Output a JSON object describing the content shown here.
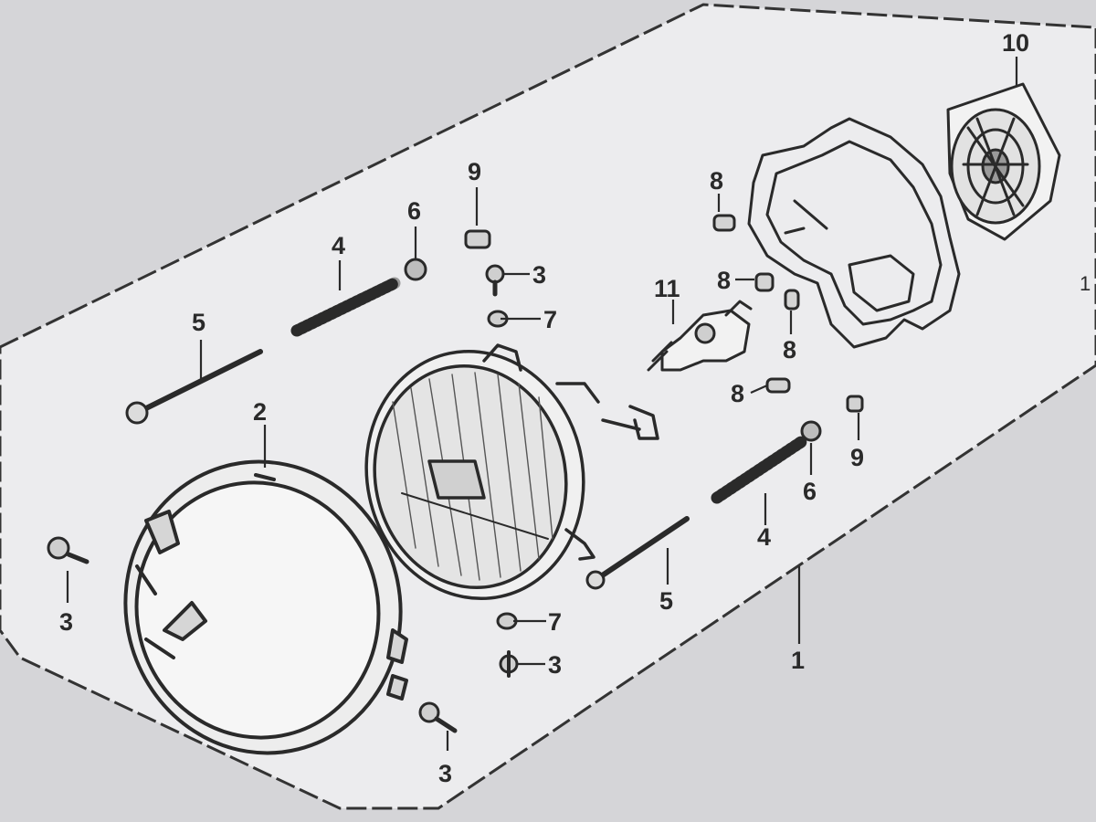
{
  "diagram": {
    "callouts": [
      {
        "id": "c1",
        "text": "1"
      },
      {
        "id": "c2",
        "text": "2"
      },
      {
        "id": "c3a",
        "text": "3"
      },
      {
        "id": "c3b",
        "text": "3"
      },
      {
        "id": "c3c",
        "text": "3"
      },
      {
        "id": "c3d",
        "text": "3"
      },
      {
        "id": "c4a",
        "text": "4"
      },
      {
        "id": "c4b",
        "text": "4"
      },
      {
        "id": "c5a",
        "text": "5"
      },
      {
        "id": "c5b",
        "text": "5"
      },
      {
        "id": "c6a",
        "text": "6"
      },
      {
        "id": "c6b",
        "text": "6"
      },
      {
        "id": "c7a",
        "text": "7"
      },
      {
        "id": "c7b",
        "text": "7"
      },
      {
        "id": "c8a",
        "text": "8"
      },
      {
        "id": "c8b",
        "text": "8"
      },
      {
        "id": "c8c",
        "text": "8"
      },
      {
        "id": "c8d",
        "text": "8"
      },
      {
        "id": "c9a",
        "text": "9"
      },
      {
        "id": "c9b",
        "text": "9"
      },
      {
        "id": "c10",
        "text": "10"
      },
      {
        "id": "c11",
        "text": "11"
      },
      {
        "id": "c1edge",
        "text": "1"
      }
    ]
  },
  "colors": {
    "paper": "#e9e9eb",
    "ink": "#2a2a2a",
    "background": "#d9d9dc"
  }
}
